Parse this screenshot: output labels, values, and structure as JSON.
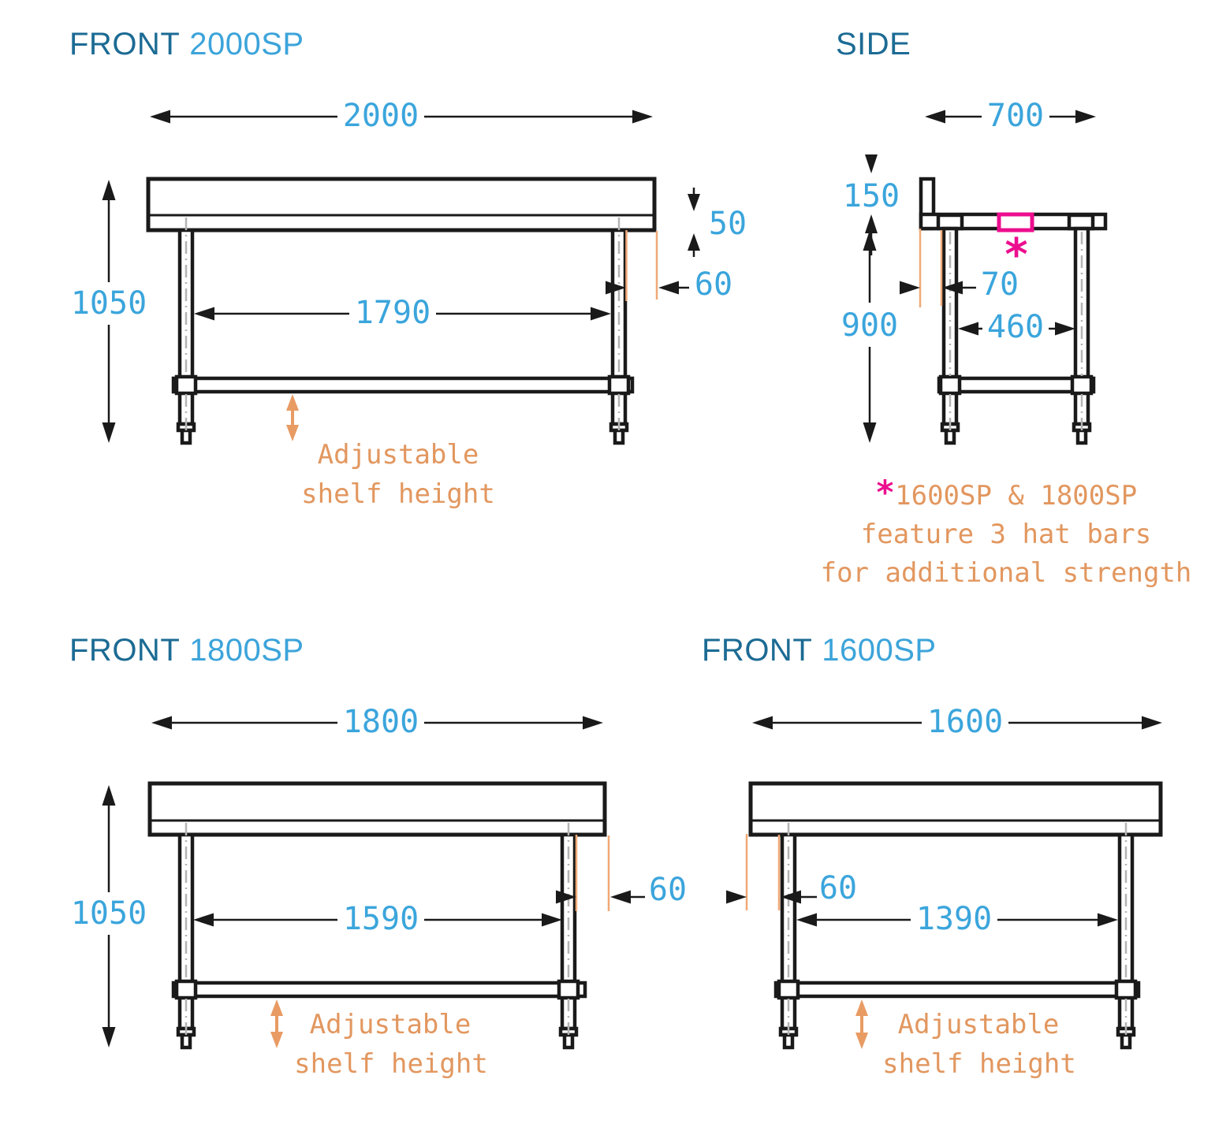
{
  "palette": {
    "heading_dark_blue": "#1C6B94",
    "model_light_blue": "#3CA4DA",
    "dimension_blue": "#3BA5DC",
    "note_orange": "#E2975F",
    "highlight_magenta": "#EC0E8E",
    "line_black": "#1a1a1a"
  },
  "front_2000sp": {
    "heading_front": "FRONT",
    "heading_model": "2000SP",
    "width": "2000",
    "height": "1050",
    "shelf_width": "1790",
    "top_thickness": "50",
    "leg_offset": "60",
    "shelf_note_1": "Adjustable",
    "shelf_note_2": "shelf height"
  },
  "side": {
    "heading": "SIDE",
    "depth": "700",
    "upstand_height": "150",
    "height": "900",
    "leg_offset": "70",
    "leg_spacing": "460",
    "hat_bar_marker": "*",
    "footnote_marker": "*",
    "footnote_line_1": "1600SP & 1800SP",
    "footnote_line_2": "feature 3 hat bars",
    "footnote_line_3": "for additional strength"
  },
  "front_1800sp": {
    "heading_front": "FRONT",
    "heading_model": "1800SP",
    "width": "1800",
    "height": "1050",
    "shelf_width": "1590",
    "leg_offset": "60",
    "shelf_note_1": "Adjustable",
    "shelf_note_2": "shelf height"
  },
  "front_1600sp": {
    "heading_front": "FRONT",
    "heading_model": "1600SP",
    "width": "1600",
    "shelf_width": "1390",
    "leg_offset": "60",
    "shelf_note_1": "Adjustable",
    "shelf_note_2": "shelf height"
  }
}
